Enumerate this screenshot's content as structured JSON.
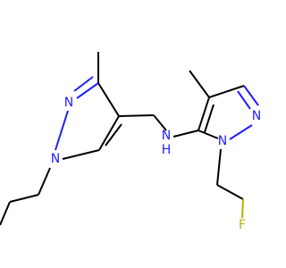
{
  "molecule": {
    "atoms": {
      "n_pyrazole_left_top": {
        "symbol": "N",
        "color": "#1f1fff"
      },
      "n_pyrazole_left_bottom": {
        "symbol": "N",
        "color": "#1f1fff"
      },
      "n_amine": {
        "symbol": "N",
        "h_label": "H",
        "color": "#1f1fff"
      },
      "n_pyrazole_right_top": {
        "symbol": "N",
        "color": "#1f1fff"
      },
      "n_pyrazole_right_bottom": {
        "symbol": "N",
        "color": "#1f1fff"
      },
      "fluorine": {
        "symbol": "F",
        "color": "#b3b300"
      }
    }
  }
}
